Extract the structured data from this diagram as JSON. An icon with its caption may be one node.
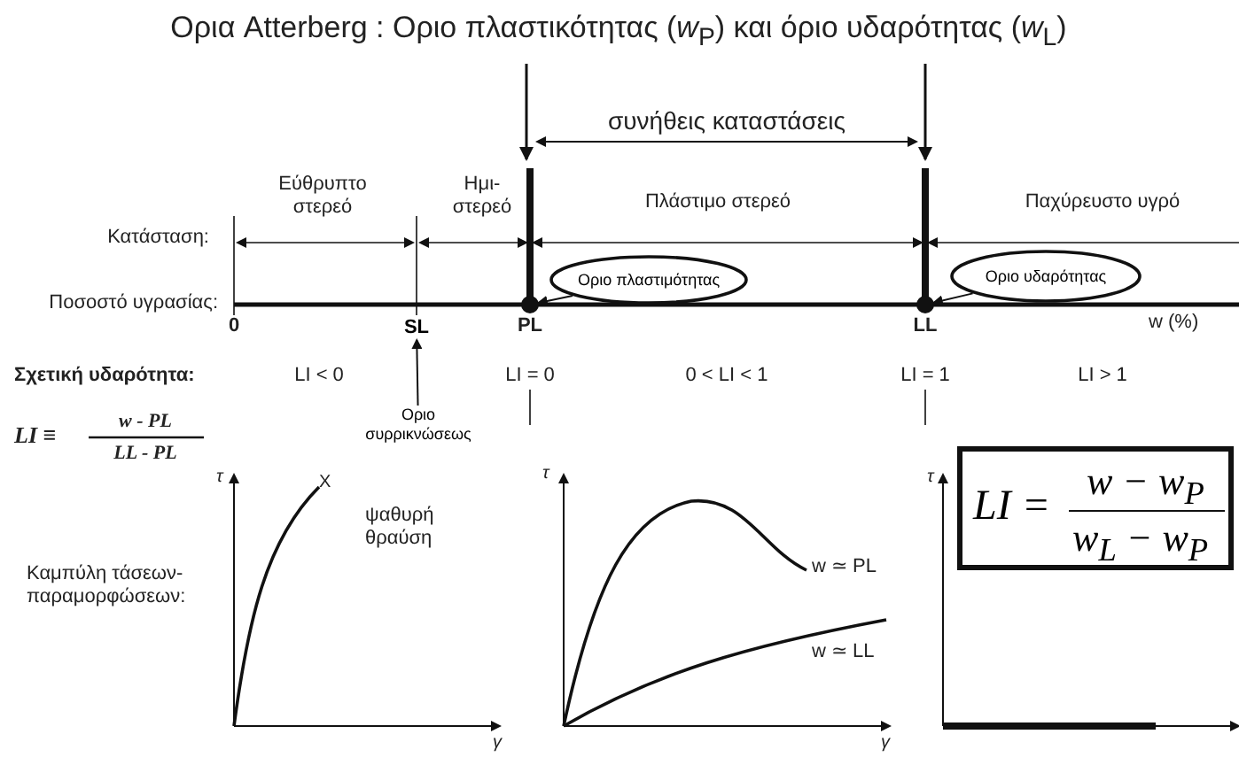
{
  "diagram": {
    "title": "Ορια Atterberg : Οριο πλαστικότητας (*w*$_{P}$) και όριο υδαρότητας (*w*$_{L}$)",
    "nodes": [
      {
        "text": [
          "Οριο πλαστιμότητας"
        ]
      },
      {
        "text": [],
        "shape": "circle"
      },
      {
        "text": [
          "Οριο υδαρότητας"
        ]
      },
      {
        "text": [],
        "shape": "circle"
      },
      {
        "text": [
          "Οριο συρρικνώσεως"
        ]
      },
      {
        "text": [
          "LI =",
          "w − w$_{P}$",
          "w$_{L}$ − w$_{P}$"
        ]
      },
      {
        "text": [
          "SL"
        ]
      }
    ],
    "edges": [
      {
        "from": 0,
        "to": 1,
        "arrow": "to"
      },
      {
        "from": 2,
        "to": 3,
        "arrow": "to"
      },
      {
        "from": 4,
        "to": 6,
        "arrow": "to"
      }
    ],
    "labels": [
      "συνήθεις καταστάσεις",
      "Εύθρυπτο στερεό",
      "Ημι- στερεό",
      "Πλάστιμο στερεό",
      "Παχύρευστο υγρό",
      "Κατάσταση:",
      "Ποσοστό υγρασίας:",
      "0",
      "PL",
      "LL",
      "w (%)",
      "Σχετική υδαρότητα:",
      "LI < 0",
      "LI = 0",
      "0 < LI < 1",
      "LI = 1",
      "LI > 1",
      "LI ≡",
      "w - PL",
      "LL - PL",
      "τ",
      "X",
      "ψαθυρή θραύση",
      "Καμπύλη τάσεων- παραμορφώσεων:",
      "γ",
      "τ",
      "w ≃ PL",
      "w ≃ LL",
      "γ",
      "τ"
    ]
  }
}
